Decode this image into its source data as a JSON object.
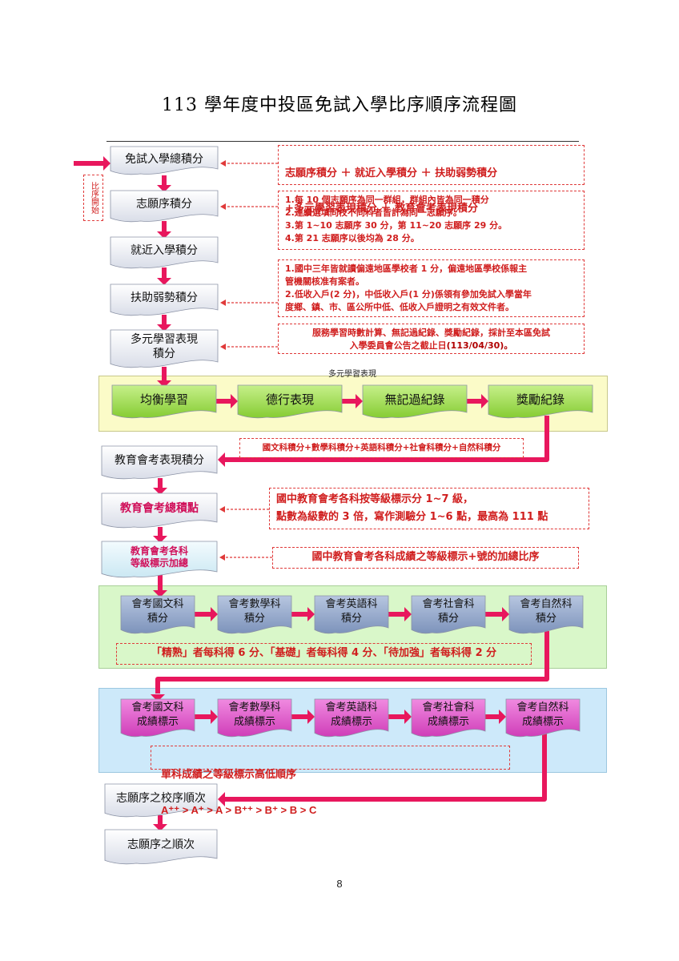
{
  "title": "113 學年度中投區免試入學比序順序流程圖",
  "start_label": "比序開始",
  "steps": {
    "total": "免試入學總積分",
    "preference": "志願序積分",
    "nearby": "就近入學積分",
    "disadvantaged": "扶助弱勢積分",
    "diverse": "多元學習表現\n積分",
    "exam_score": "教育會考表現積分",
    "exam_points": "教育會考總積點",
    "exam_sum": "教育會考各科\n等級標示加總",
    "pref_order": "志願序之校序順次",
    "pref_seq": "志願序之順次"
  },
  "notes": {
    "total_line1": "志願序積分 ＋ 就近入學積分 ＋ 扶助弱勢積分",
    "total_line2": "+多元學習表現積分 ＋ 教育會考表現積分",
    "preference": "1.每 10 個志願序為同一群組，群組內皆為同一積分\n2.連續選填同校不同科者皆計為同一志願序。\n3.第 1~10 志願序 30 分，第 11~20 志願序 29 分。\n4.第 21 志願序以後均為 28 分。",
    "disadvantaged": "1.國中三年皆就讀偏遠地區學校者 1 分，偏遠地區學校係報主\n   管機關核准有案者。\n2.低收入戶(2 分)，中低收入戶(1 分)係領有參加免試入學當年\n   度鄉、鎮、市、區公所中低、低收入戶證明之有效文件者。",
    "diverse_main": "服務學習時數計算、無記過紀錄、獎勵紀錄，採計至本區免試\n入學委員會公告之截止日",
    "diverse_date": "(113/04/30)。",
    "subjects_sum": "國文科積分+數學科積分+英語科積分+社會科積分+自然科積分",
    "exam_points": "國中教育會考各科按等級標示分 1~7 級，\n點數為級數的 3 倍，寫作測驗分 1~6 點，最高為 111 點",
    "exam_sum": "國中教育會考各科成績之等級標示+號的加總比序",
    "grade_scores": "「精熟」者每科得 6 分、「基礎」者每科得 4 分、「待加強」者每科得 2 分",
    "single_order_label": "單科成績之等級標示高低順序",
    "single_order_seq": "A⁺⁺ > A⁺ > A > B⁺⁺ > B⁺ > B > C"
  },
  "diverse_caption": "多元學習表現",
  "diverse_items": [
    "均衡學習",
    "德行表現",
    "無記過紀錄",
    "獎勵紀錄"
  ],
  "subject_scores": [
    "會考國文科\n積分",
    "會考數學科\n積分",
    "會考英語科\n積分",
    "會考社會科\n積分",
    "會考自然科\n積分"
  ],
  "subject_grades": [
    "會考國文科\n成績標示",
    "會考數學科\n成績標示",
    "會考英語科\n成績標示",
    "會考社會科\n成績標示",
    "會考自然科\n成績標示"
  ],
  "page_number": "8",
  "colors": {
    "accent_red": "#e8175d",
    "note_red": "#d01e1e",
    "doc_gray": "#eef0f6",
    "doc_green": "#9ad94a",
    "doc_blue": "#8ea4c8",
    "doc_magenta": "#dd4ec7",
    "doc_lightblue": "#dff1f8"
  }
}
